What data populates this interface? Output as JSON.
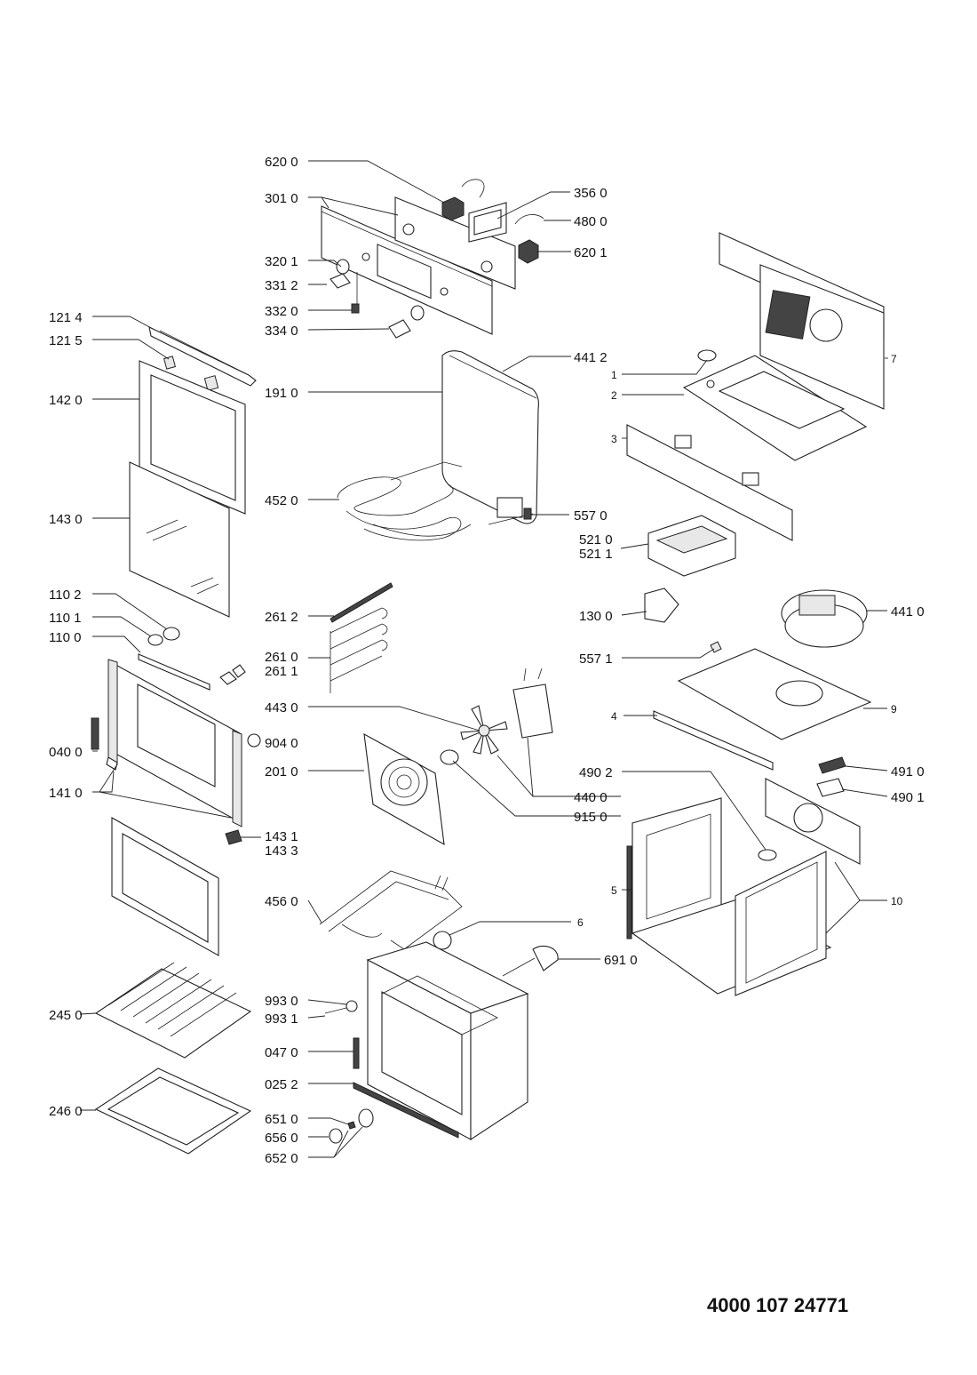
{
  "document_number": "4000 107 24771",
  "part_labels": {
    "p620_0": "620 0",
    "p301_0": "301 0",
    "p356_0": "356 0",
    "p480_0": "480 0",
    "p620_1": "620 1",
    "p320_1": "320 1",
    "p331_2": "331 2",
    "p332_0": "332 0",
    "p334_0": "334 0",
    "p121_4": "121 4",
    "p121_5": "121 5",
    "p142_0": "142 0",
    "p191_0": "191 0",
    "p441_2": "441 2",
    "p143_0": "143 0",
    "p452_0": "452 0",
    "p557_0": "557 0",
    "p521_0": "521 0",
    "p521_1": "521 1",
    "p110_2": "110 2",
    "p110_1": "110 1",
    "p110_0": "110 0",
    "p261_2": "261 2",
    "p261_0": "261 0",
    "p261_1": "261 1",
    "p130_0": "130 0",
    "p441_0": "441 0",
    "p557_1": "557 1",
    "p443_0": "443 0",
    "p040_0": "040 0",
    "p904_0": "904 0",
    "p201_0": "201 0",
    "p141_0": "141 0",
    "p440_0": "440 0",
    "p915_0": "915 0",
    "p490_2": "490 2",
    "p491_0": "491 0",
    "p490_1": "490 1",
    "p143_1": "143 1",
    "p143_3": "143 3",
    "p456_0": "456 0",
    "p691_0": "691 0",
    "p993_0": "993 0",
    "p993_1": "993 1",
    "p245_0": "245 0",
    "p047_0": "047 0",
    "p025_2": "025 2",
    "p246_0": "246 0",
    "p651_0": "651 0",
    "p656_0": "656 0",
    "p652_0": "652 0",
    "n1": "1",
    "n2": "2",
    "n3": "3",
    "n4": "4",
    "n5": "5",
    "n6": "6",
    "n7": "7",
    "n9": "9",
    "n10": "10"
  }
}
